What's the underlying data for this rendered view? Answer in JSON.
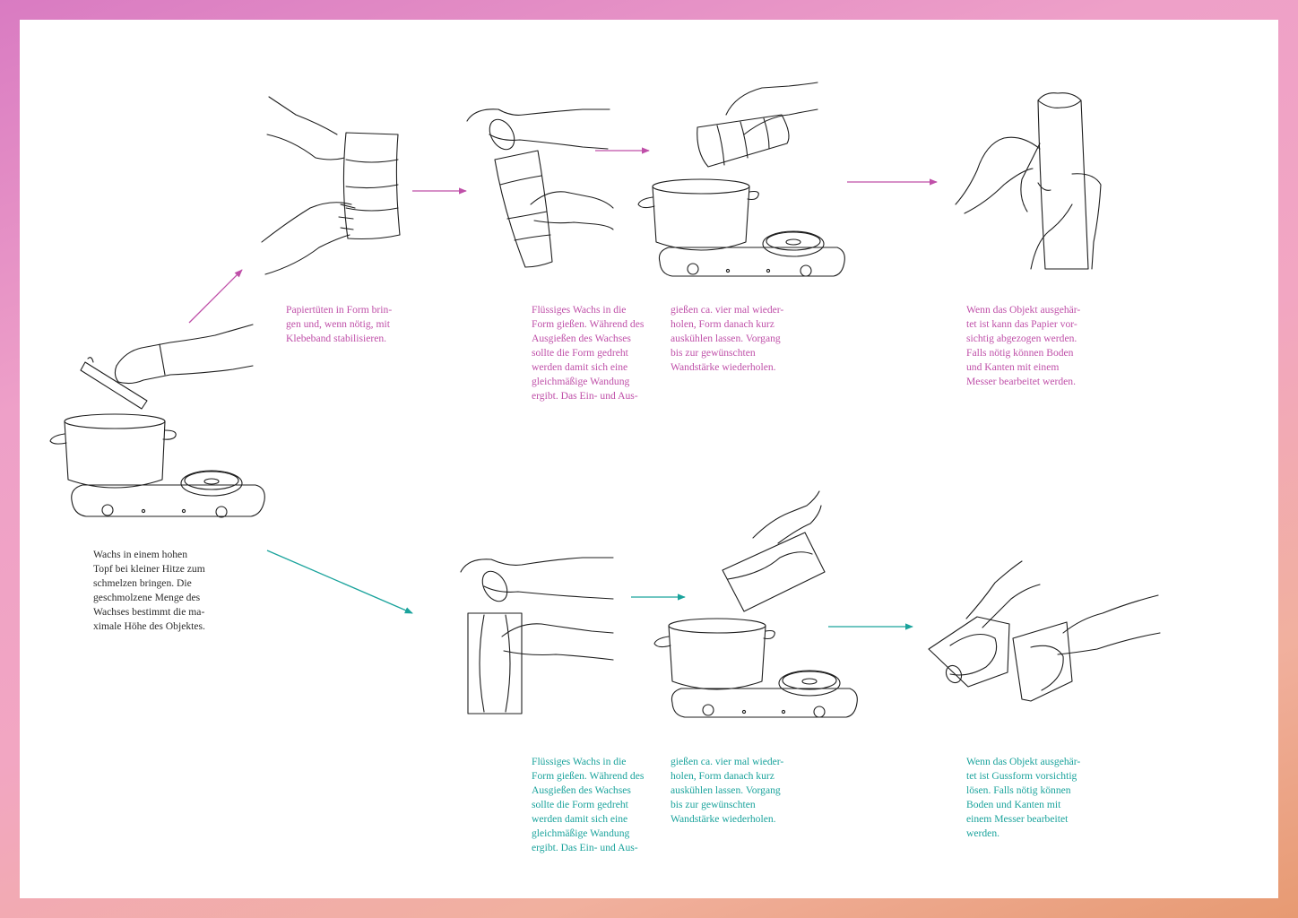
{
  "colors": {
    "magenta": "#bf4fa8",
    "teal": "#1aa39c",
    "text_black": "#2b2b2b",
    "paper": "#ffffff"
  },
  "start": {
    "lines": [
      "Wachs in einem hohen",
      "Topf bei kleiner Hitze zum",
      "schmelzen bringen. Die",
      "geschmolzene Menge des",
      "Wachses bestimmt die ma-",
      "ximale Höhe des Objektes."
    ]
  },
  "top_row": {
    "step1": {
      "lines": [
        "Papiertüten in Form brin-",
        "gen und, wenn nötig, mit",
        "Klebeband stabilisieren."
      ]
    },
    "step2_a": {
      "lines": [
        "Flüssiges Wachs in die",
        "Form gießen. Während des",
        "Ausgießen des Wachses",
        "sollte die Form gedreht",
        "werden damit sich eine",
        "gleichmäßige Wandung",
        "ergibt. Das Ein- und Aus-"
      ]
    },
    "step2_b": {
      "lines": [
        "gießen ca. vier mal wieder-",
        "holen, Form danach kurz",
        "auskühlen lassen. Vorgang",
        "bis zur gewünschten",
        "Wandstärke wiederholen."
      ]
    },
    "step3": {
      "lines": [
        "Wenn das Objekt ausgehär-",
        "tet ist kann das Papier vor-",
        "sichtig abgezogen werden.",
        "Falls nötig können Boden",
        "und Kanten mit einem",
        "Messer bearbeitet werden."
      ]
    }
  },
  "bottom_row": {
    "step2_a": {
      "lines": [
        "Flüssiges Wachs in die",
        "Form gießen. Während des",
        "Ausgießen des Wachses",
        "sollte die Form gedreht",
        "werden damit sich eine",
        "gleichmäßige Wandung",
        "ergibt. Das Ein- und Aus-"
      ]
    },
    "step2_b": {
      "lines": [
        "gießen ca. vier mal wieder-",
        "holen, Form danach kurz",
        "auskühlen lassen. Vorgang",
        "bis zur gewünschten",
        "Wandstärke wiederholen."
      ]
    },
    "step3": {
      "lines": [
        "Wenn das Objekt ausgehär-",
        "tet ist Gussform vorsichtig",
        "lösen. Falls nötig können",
        "Boden und Kanten mit",
        "einem Messer bearbeitet",
        "werden."
      ]
    }
  },
  "illustrations": [
    "hand-holding-wax-block-over-pot-icon",
    "hands-shaping-paper-bag-icon",
    "hands-pouring-wax-into-paper-mold-icon",
    "hand-pouring-wax-back-into-pot-icon",
    "hands-peeling-paper-icon",
    "hands-pouring-wax-into-rigid-mold-icon",
    "hand-pouring-wax-from-mold-into-pot-icon",
    "hands-opening-two-part-mold-icon"
  ]
}
